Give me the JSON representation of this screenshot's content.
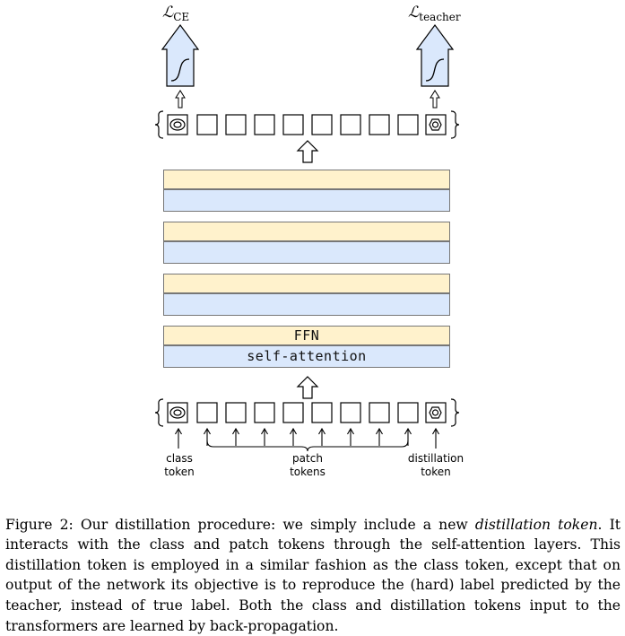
{
  "losses": {
    "ce": {
      "symbol": "ℒ",
      "subscript": "CE"
    },
    "teacher": {
      "symbol": "ℒ",
      "subscript": "teacher"
    }
  },
  "transformer": {
    "ffn_label": "FFN",
    "attention_label": "self-attention"
  },
  "tokens": {
    "class_label_line1": "class",
    "class_label_line2": "token",
    "patch_label_line1": "patch",
    "patch_label_line2": "tokens",
    "distill_label_line1": "distillation",
    "distill_label_line2": "token"
  },
  "caption": {
    "prefix": "Figure 2: Our distillation procedure: we simply include a new ",
    "emphasis": "distillation token",
    "rest": ". It interacts with the class and patch tokens through the self-attention layers. This distillation token is employed in a similar fashion as the class token, except that on output of the network its objective is to reproduce the (hard) label predicted by the teacher, instead of true label. Both the class and distillation tokens input to the transformers are learned by back-propagation."
  },
  "colors": {
    "ffn_fill": "#fff2cc",
    "attention_fill": "#dae8fc",
    "head_fill": "#dae8fc",
    "stroke": "#000000"
  }
}
